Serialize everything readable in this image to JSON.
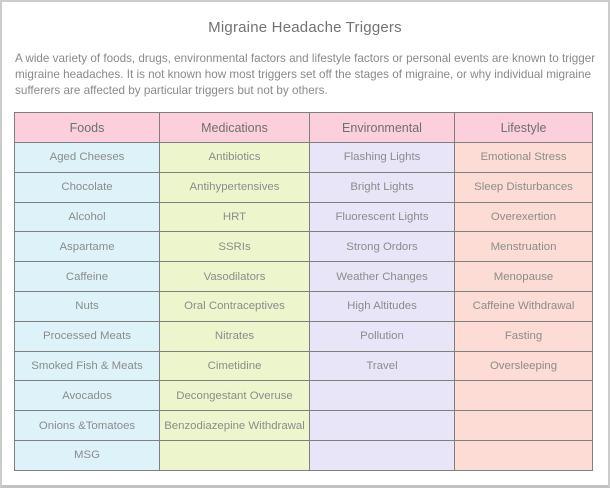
{
  "page": {
    "title": "Migraine Headache Triggers",
    "intro": "A wide variety of foods, drugs, environmental factors and lifestyle factors or personal events are known to trigger migraine headaches. It is not known how most triggers set off the stages of migraine, or why individual migraine sufferers are affected by particular triggers but not by others."
  },
  "chart_data": {
    "type": "table",
    "title": "Migraine Headache Triggers",
    "rows": 11,
    "header_fill": "#fbd0dc",
    "border_color": "#7f7f7f",
    "columns": [
      {
        "header": "Foods",
        "fill": "#def2fa",
        "items": [
          "Aged Cheeses",
          "Chocolate",
          "Alcohol",
          "Aspartame",
          "Caffeine",
          "Nuts",
          "Processed Meats",
          "Smoked Fish & Meats",
          "Avocados",
          "Onions &Tomatoes",
          "MSG"
        ]
      },
      {
        "header": "Medications",
        "fill": "#edf5cc",
        "items": [
          "Antibiotics",
          "Antihypertensives",
          "HRT",
          "SSRIs",
          "Vasodilators",
          "Oral Contraceptives",
          "Nitrates",
          "Cimetidine",
          "Decongestant Overuse",
          "Benzodiazepine Withdrawal",
          ""
        ]
      },
      {
        "header": "Environmental",
        "fill": "#e7e5f7",
        "items": [
          "Flashing Lights",
          "Bright Lights",
          "Fluorescent Lights",
          "Strong Ordors",
          "Weather Changes",
          "High Altitudes",
          "Pollution",
          "Travel",
          "",
          "",
          ""
        ]
      },
      {
        "header": "Lifestyle",
        "fill": "#fcdcd4",
        "items": [
          "Emotional Stress",
          "Sleep Disturbances",
          "Overexertion",
          "Menstruation",
          "Menopause",
          "Caffeine Withdrawal",
          "Fasting",
          "Oversleeping",
          "",
          "",
          ""
        ]
      }
    ]
  },
  "colors": {
    "frame_border": "#cccccc",
    "title_text": "#737373",
    "body_text": "#8a8a8a",
    "cell_text": "#8c8c8c",
    "header_text": "#6f6f6f"
  }
}
